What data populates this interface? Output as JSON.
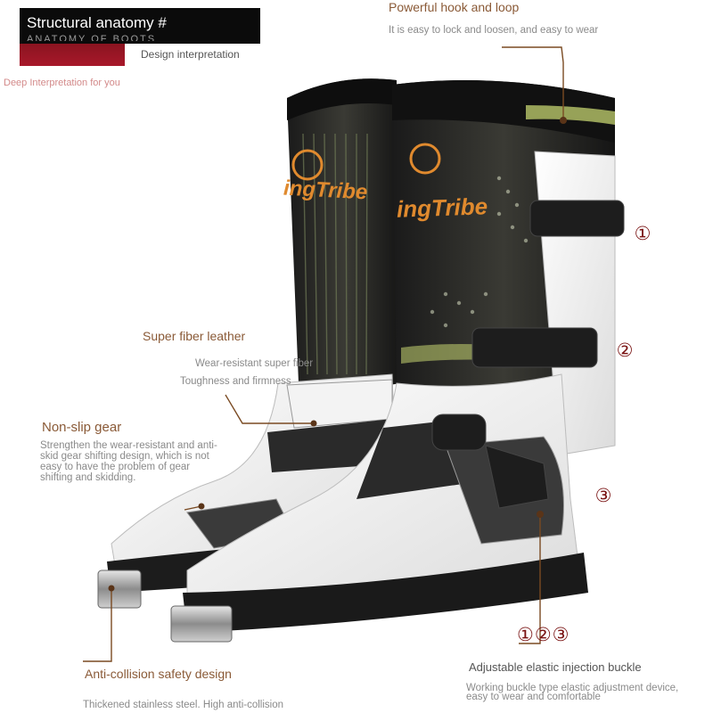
{
  "header": {
    "title": "Structural anatomy #",
    "subtitle_faint": "ANATOMY OF BOOTS",
    "design_label": "Design interpretation",
    "deep_label": "Deep Interpretation for you"
  },
  "brand": {
    "logo_text": "ingTribe"
  },
  "callouts": [
    {
      "heading": "Powerful hook and loop",
      "desc": "It is easy to lock and loosen, and easy to wear"
    },
    {
      "heading": "Super fiber leather",
      "desc_lines": [
        "Wear-resistant super fiber",
        "Toughness and firmness"
      ]
    },
    {
      "heading": "Non-slip gear",
      "desc_lines": [
        "Strengthen the wear-resistant and anti-",
        "skid gear shifting design, which is not",
        "easy to have the problem of gear",
        "shifting and skidding."
      ]
    },
    {
      "heading": "Anti-collision safety design",
      "desc": "Thickened stainless steel. High anti-collision"
    },
    {
      "heading": "Adjustable elastic injection buckle",
      "desc_lines": [
        "Working buckle type elastic adjustment device,",
        "easy to wear and comfortable"
      ]
    }
  ],
  "buckle_numbers": [
    "①",
    "②",
    "③"
  ],
  "buckle_group": "①②③",
  "colors": {
    "accent_line": "#7a4a22",
    "heading": "#8a5a37",
    "number": "#7a1414"
  }
}
